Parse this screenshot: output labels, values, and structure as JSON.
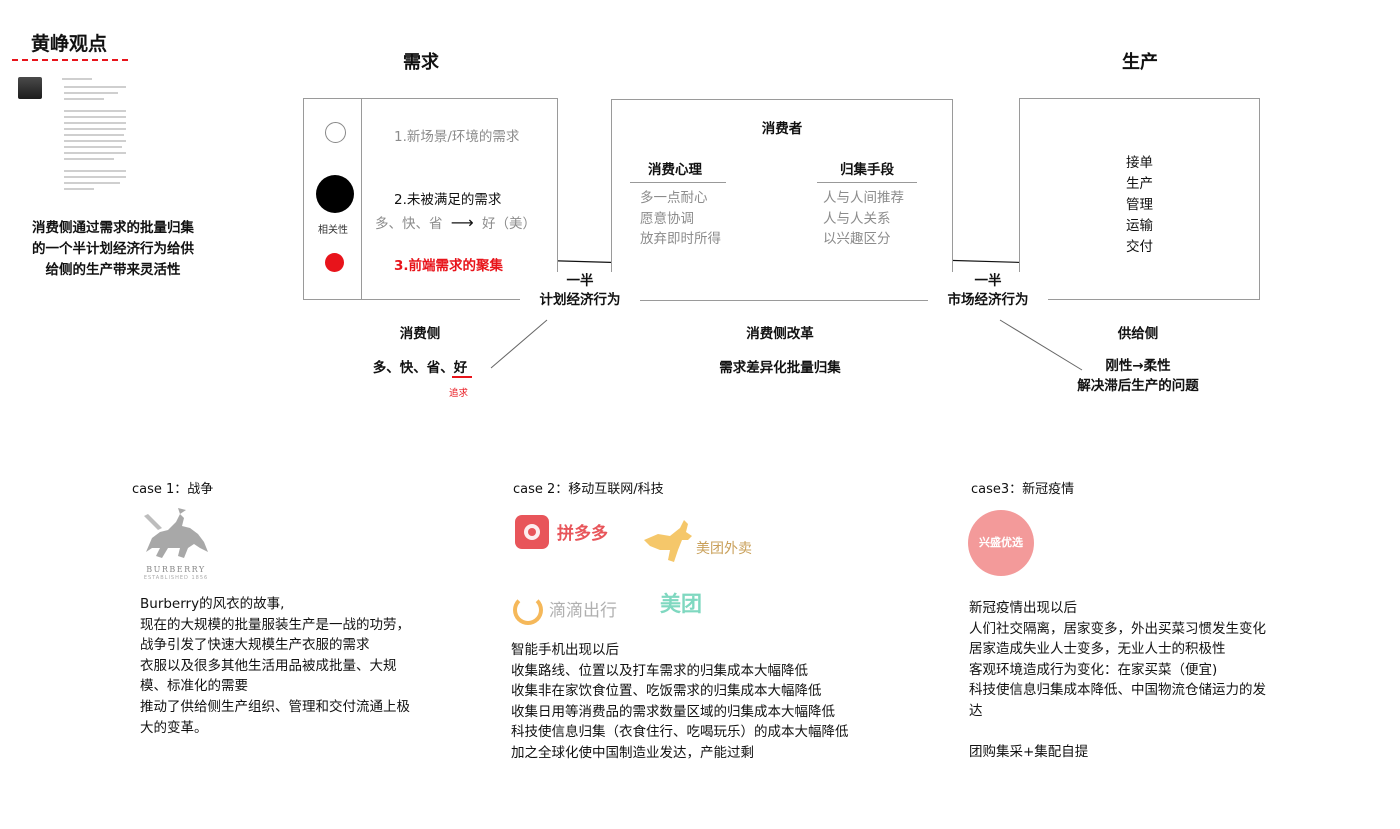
{
  "header": {
    "title": "黄峥观点",
    "left_caption": [
      "消费侧通过需求的批量归集",
      "的一个半计划经济行为给供",
      "给侧的生产带来灵活性"
    ]
  },
  "columns": {
    "demand_title": "需求",
    "production_title": "生产"
  },
  "demand_box": {
    "side_label": "相关性",
    "item1": "1.新场景/环境的需求",
    "item2_title": "2.未被满足的需求",
    "item2_left": "多、快、省",
    "item2_arrow": "⟶",
    "item2_right": "好（美）",
    "item3": "3.前端需求的聚集"
  },
  "consumer_box": {
    "title": "消费者",
    "col1_title": "消费心理",
    "col1_items": [
      "多一点耐心",
      "愿意协调",
      "放弃即时所得"
    ],
    "col2_title": "归集手段",
    "col2_items": [
      "人与人间推荐",
      "人与人关系",
      "以兴趣区分"
    ]
  },
  "production_box": {
    "items": [
      "接单",
      "生产",
      "管理",
      "运输",
      "交付"
    ]
  },
  "connectors": {
    "left_top": "一半",
    "left_bottom": "计划经济行为",
    "right_top": "一半",
    "right_bottom": "市场经济行为"
  },
  "bottom_labels": {
    "consumer_side": "消费侧",
    "consumer_side_sub": "多、快、省、好",
    "consumer_side_note": "追求",
    "reform": "消费侧改革",
    "reform_sub": "需求差异化批量归集",
    "supply_side": "供给侧",
    "supply_sub1": "刚性→柔性",
    "supply_sub2": "解决滞后生产的问题"
  },
  "cases": {
    "case1": {
      "title": "case 1：战争",
      "logo_text": "BURBERRY",
      "logo_sub": "ESTABLISHED 1856",
      "lines": [
        "Burberry的风衣的故事,",
        "现在的大规模的批量服装生产是一战的功劳，",
        "战争引发了快速大规模生产衣服的需求",
        "衣服以及很多其他生活用品被成批量、大规",
        "模、标准化的需要",
        "推动了供给侧生产组织、管理和交付流通上极",
        "大的变革。"
      ]
    },
    "case2": {
      "title": "case 2：移动互联网/科技",
      "logo_pdd": "拼多多",
      "logo_meituan_waimai": "美团外卖",
      "logo_didi": "滴滴出行",
      "logo_meituan": "美团",
      "lines": [
        "智能手机出现以后",
        "收集路线、位置以及打车需求的归集成本大幅降低",
        "收集非在家饮食位置、吃饭需求的归集成本大幅降低",
        "收集日用等消费品的需求数量区域的归集成本大幅降低",
        "科技使信息归集（衣食住行、吃喝玩乐）的成本大幅降低",
        "加之全球化使中国制造业发达，产能过剩"
      ]
    },
    "case3": {
      "title": "case3：新冠疫情",
      "logo_text": "兴盛优选",
      "lines": [
        "新冠疫情出现以后",
        "人们社交隔离，居家变多，外出买菜习惯发生变化",
        "居家造成失业人士变多，无业人士的积极性",
        "客观环境造成行为变化：在家买菜（便宜)",
        "科技使信息归集成本降低、中国物流仓储运力的发",
        "达",
        "",
        "团购集采+集配自提"
      ]
    }
  },
  "colors": {
    "accent_red": "#e8141b",
    "gray_text": "#8c8c8c",
    "pdd_red": "#e02e24",
    "meituan_yellow": "#f5c242",
    "didi_orange": "#f5a623",
    "meituan_green": "#35c2a0",
    "xingsheng_pink": "#f08a8a"
  }
}
